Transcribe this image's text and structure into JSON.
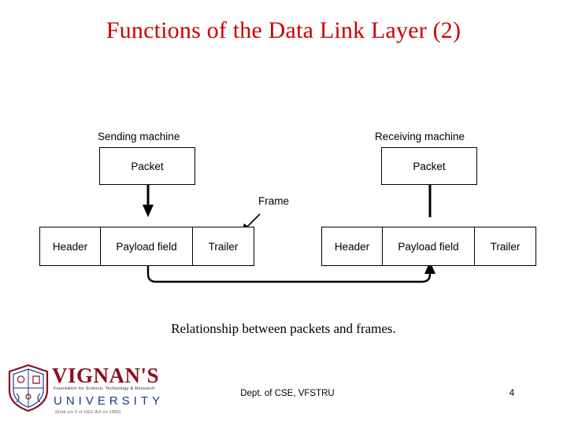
{
  "slide": {
    "title": "Functions of the Data Link Layer (2)",
    "title_color": "#cc0000",
    "caption": "Relationship between packets and frames."
  },
  "diagram": {
    "labels": {
      "sending_machine": "Sending machine",
      "receiving_machine": "Receiving machine",
      "frame": "Frame"
    },
    "sending": {
      "packet": "Packet",
      "frame_parts": [
        "Header",
        "Payload field",
        "Trailer"
      ]
    },
    "receiving": {
      "packet": "Packet",
      "frame_parts": [
        "Header",
        "Payload field",
        "Trailer"
      ]
    }
  },
  "footer": {
    "center_text": "Dept. of CSE, VFSTRU",
    "page_number": "4"
  },
  "logo": {
    "wordmark": "VIGNAN'S",
    "tagline": "Foundation for Science, Technology & Research",
    "university": "UNIVERSITY",
    "subtext": "(Estd.u/s 3 of UGC Act on 1956)",
    "wordmark_color": "#8a0f1e",
    "university_color": "#1b3a8c"
  }
}
